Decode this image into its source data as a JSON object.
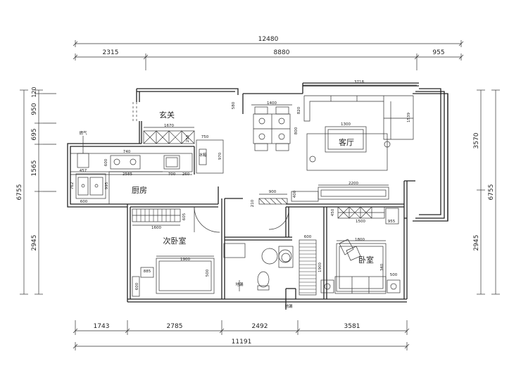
{
  "rooms": {
    "entry": "玄关",
    "living": "客厅",
    "kitchen": "厨房",
    "second_bedroom": "次卧室",
    "master_bedroom": "卧室"
  },
  "dims": {
    "top_total": "12480",
    "top_1": "2315",
    "top_2": "8880",
    "top_3": "955",
    "bottom_total": "11191",
    "bottom_1": "1743",
    "bottom_2": "2785",
    "bottom_3": "2492",
    "bottom_4": "3581",
    "left_total": "6755",
    "left_1": "120",
    "left_2": "950",
    "left_3": "695",
    "left_4": "1565",
    "left_5": "2945",
    "right_total": "6755",
    "right_1": "3570",
    "right_2": "2945"
  },
  "interior": {
    "sofa_len": "3718",
    "sofa_side": "1539",
    "tv_bench": "2200",
    "dining": "1400",
    "dining_h": "820",
    "dining_v": "800",
    "wall_580": "580",
    "coffee": "1300",
    "entry_cab": "1670",
    "entry_750": "750",
    "entry_970": "970",
    "entry_250": "250",
    "counter_740": "740",
    "counter_2585": "2585",
    "counter_600": "600",
    "counter_700": "700",
    "counter_260": "260",
    "sink_457": "457",
    "sink_762": "762",
    "sink_600": "600",
    "sink_995": "995",
    "fridge": "冰箱",
    "gas": "燃气",
    "shoe_900": "900",
    "shoe_210": "210",
    "shoe_400": "400",
    "wardrobe": "1600",
    "wardrobe_605": "605",
    "bed2_1900": "1900",
    "bed2_500": "500",
    "bed2_885": "885",
    "bed2_600": "600",
    "bath_600": "600",
    "bath_1900": "1900",
    "master_wardrobe": "1500",
    "master_450": "450",
    "master_955": "955",
    "bed_1800": "1800",
    "bed_500": "500",
    "bed_340": "340",
    "drain_top": "地漏",
    "drain_bottom": "地漏"
  }
}
